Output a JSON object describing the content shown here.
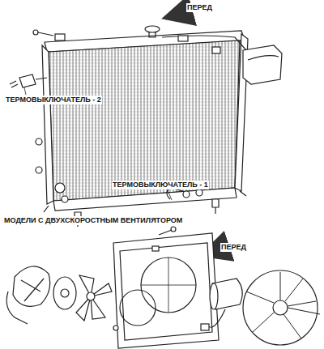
{
  "diagram": {
    "labels": [
      "ПЕРЕД",
      "ТЕРМОВЫКЛЮЧАТЕЛЬ - 2",
      "ТЕРМОВЫКЛЮЧАТЕЛЬ - 1",
      "МОДЕЛИ С ДВУХСКОРОСТНЫМ ВЕНТИЛЯТОРОМ",
      "ПЕРЕД"
    ]
  }
}
